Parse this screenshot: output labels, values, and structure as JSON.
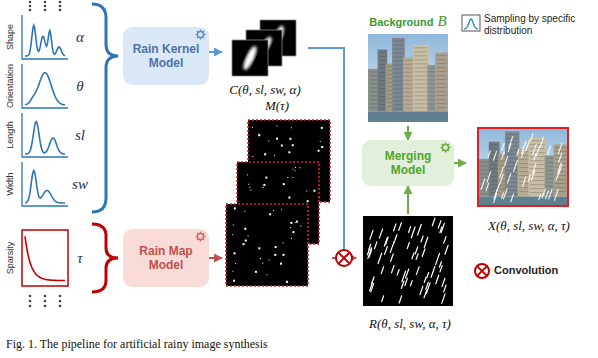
{
  "diagram": {
    "caption": "Fig. 1. The pipeline for artificial rainy image synthesis",
    "nodes": [
      {
        "text": [
          "Rain Kernel Model"
        ]
      },
      {
        "text": [
          "Rain Map Model"
        ]
      },
      {
        "text": [
          "C(θ, sl, sw, α)"
        ]
      },
      {
        "text": [
          "M(τ)"
        ]
      },
      {
        "text": [
          "R(θ, sl, sw, α, τ)"
        ]
      },
      {
        "text": [
          "Background",
          "B"
        ]
      },
      {
        "text": [
          "Merging Model"
        ]
      },
      {
        "text": [
          "X(θ, sl, sw, α, τ)"
        ]
      }
    ],
    "edges": [
      {
        "from": 0,
        "to": 2,
        "arrow": "to"
      },
      {
        "from": 1,
        "to": 3,
        "arrow": "to"
      },
      {
        "from": 2,
        "to": 4,
        "arrow": "to"
      },
      {
        "from": 3,
        "to": 4,
        "arrow": "to"
      },
      {
        "from": 4,
        "to": 6,
        "arrow": "to"
      },
      {
        "from": 5,
        "to": 6,
        "arrow": "to"
      },
      {
        "from": 6,
        "to": 7,
        "arrow": "to"
      }
    ],
    "labels": [
      "Shape",
      "α",
      "Orientation",
      "θ",
      "Length",
      "sl",
      "Width",
      "sw",
      "Sparsity",
      "τ"
    ],
    "legend": [
      {
        "text": "Sampling by specific distribution"
      },
      {
        "text": "Convolution"
      }
    ]
  }
}
